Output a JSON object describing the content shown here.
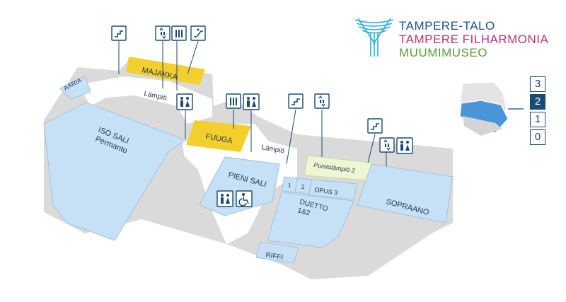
{
  "logo": {
    "line1": "TAMPERE-TALO",
    "line2": "TAMPERE FILHARMONIA",
    "line3": "MUUMIMUSEO",
    "colors": {
      "line1": "#1f4e8c",
      "line2": "#c0307a",
      "line3": "#5a9a3c",
      "mark": "#2ab0d8"
    }
  },
  "floors": [
    {
      "label": "3",
      "active": false
    },
    {
      "label": "2",
      "active": true
    },
    {
      "label": "1",
      "active": false
    },
    {
      "label": "0",
      "active": false
    }
  ],
  "rooms": {
    "majakka": "MAJAKKA",
    "aaria": "AARIA",
    "lampio1": "Lämpiö",
    "iso_sali_1": "ISO SALI",
    "iso_sali_2": "Permanto",
    "fuuga": "FUUGA",
    "lampio2": "Lämpiö",
    "pieni_sali": "PIENI SALI",
    "puistolampio": "Puistolämpiö 2",
    "small1": "1",
    "small2": "2",
    "opus3": "OPUS 3",
    "duetto1": "DUETTO",
    "duetto2": "1&2",
    "sopraano": "SOPRAANO",
    "riffi": "RIFFI"
  },
  "icons": [
    "stairs-icon",
    "elevator-icon",
    "restroom-icon",
    "escalator-icon",
    "accessible-icon"
  ],
  "colors": {
    "hall": "#c6e1f5",
    "yellow": "#f3cf2e",
    "grey": "#dadada",
    "line": "#1b4a73",
    "green": "#eef6d4"
  }
}
